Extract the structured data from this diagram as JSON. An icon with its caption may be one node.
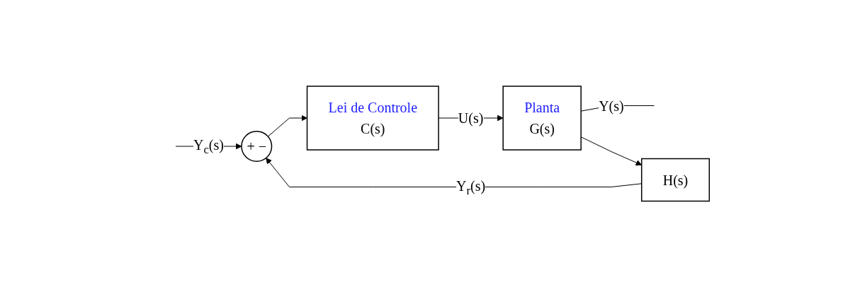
{
  "diagram": {
    "nodes": [
      {
        "text": [
          "+",
          "−"
        ]
      },
      {
        "text": [
          "Lei de Controle",
          "C(s)"
        ]
      },
      {
        "text": [
          "Planta",
          "G(s)"
        ]
      },
      {
        "text": [
          "H(s)"
        ]
      }
    ],
    "edges": [
      {
        "from": null,
        "to": 0,
        "arrow": "to",
        "label": "Y$_{c}$(s)"
      },
      {
        "from": 0,
        "to": 1,
        "arrow": "to"
      },
      {
        "from": 1,
        "to": 2,
        "arrow": "to",
        "label": "U(s)"
      },
      {
        "from": 2,
        "to": null,
        "arrow": "none",
        "label": "Y(s)"
      },
      {
        "from": 2,
        "to": 3,
        "arrow": "to"
      },
      {
        "from": 3,
        "to": 0,
        "arrow": "to",
        "label": "Y$_{r}$(s)"
      }
    ]
  }
}
